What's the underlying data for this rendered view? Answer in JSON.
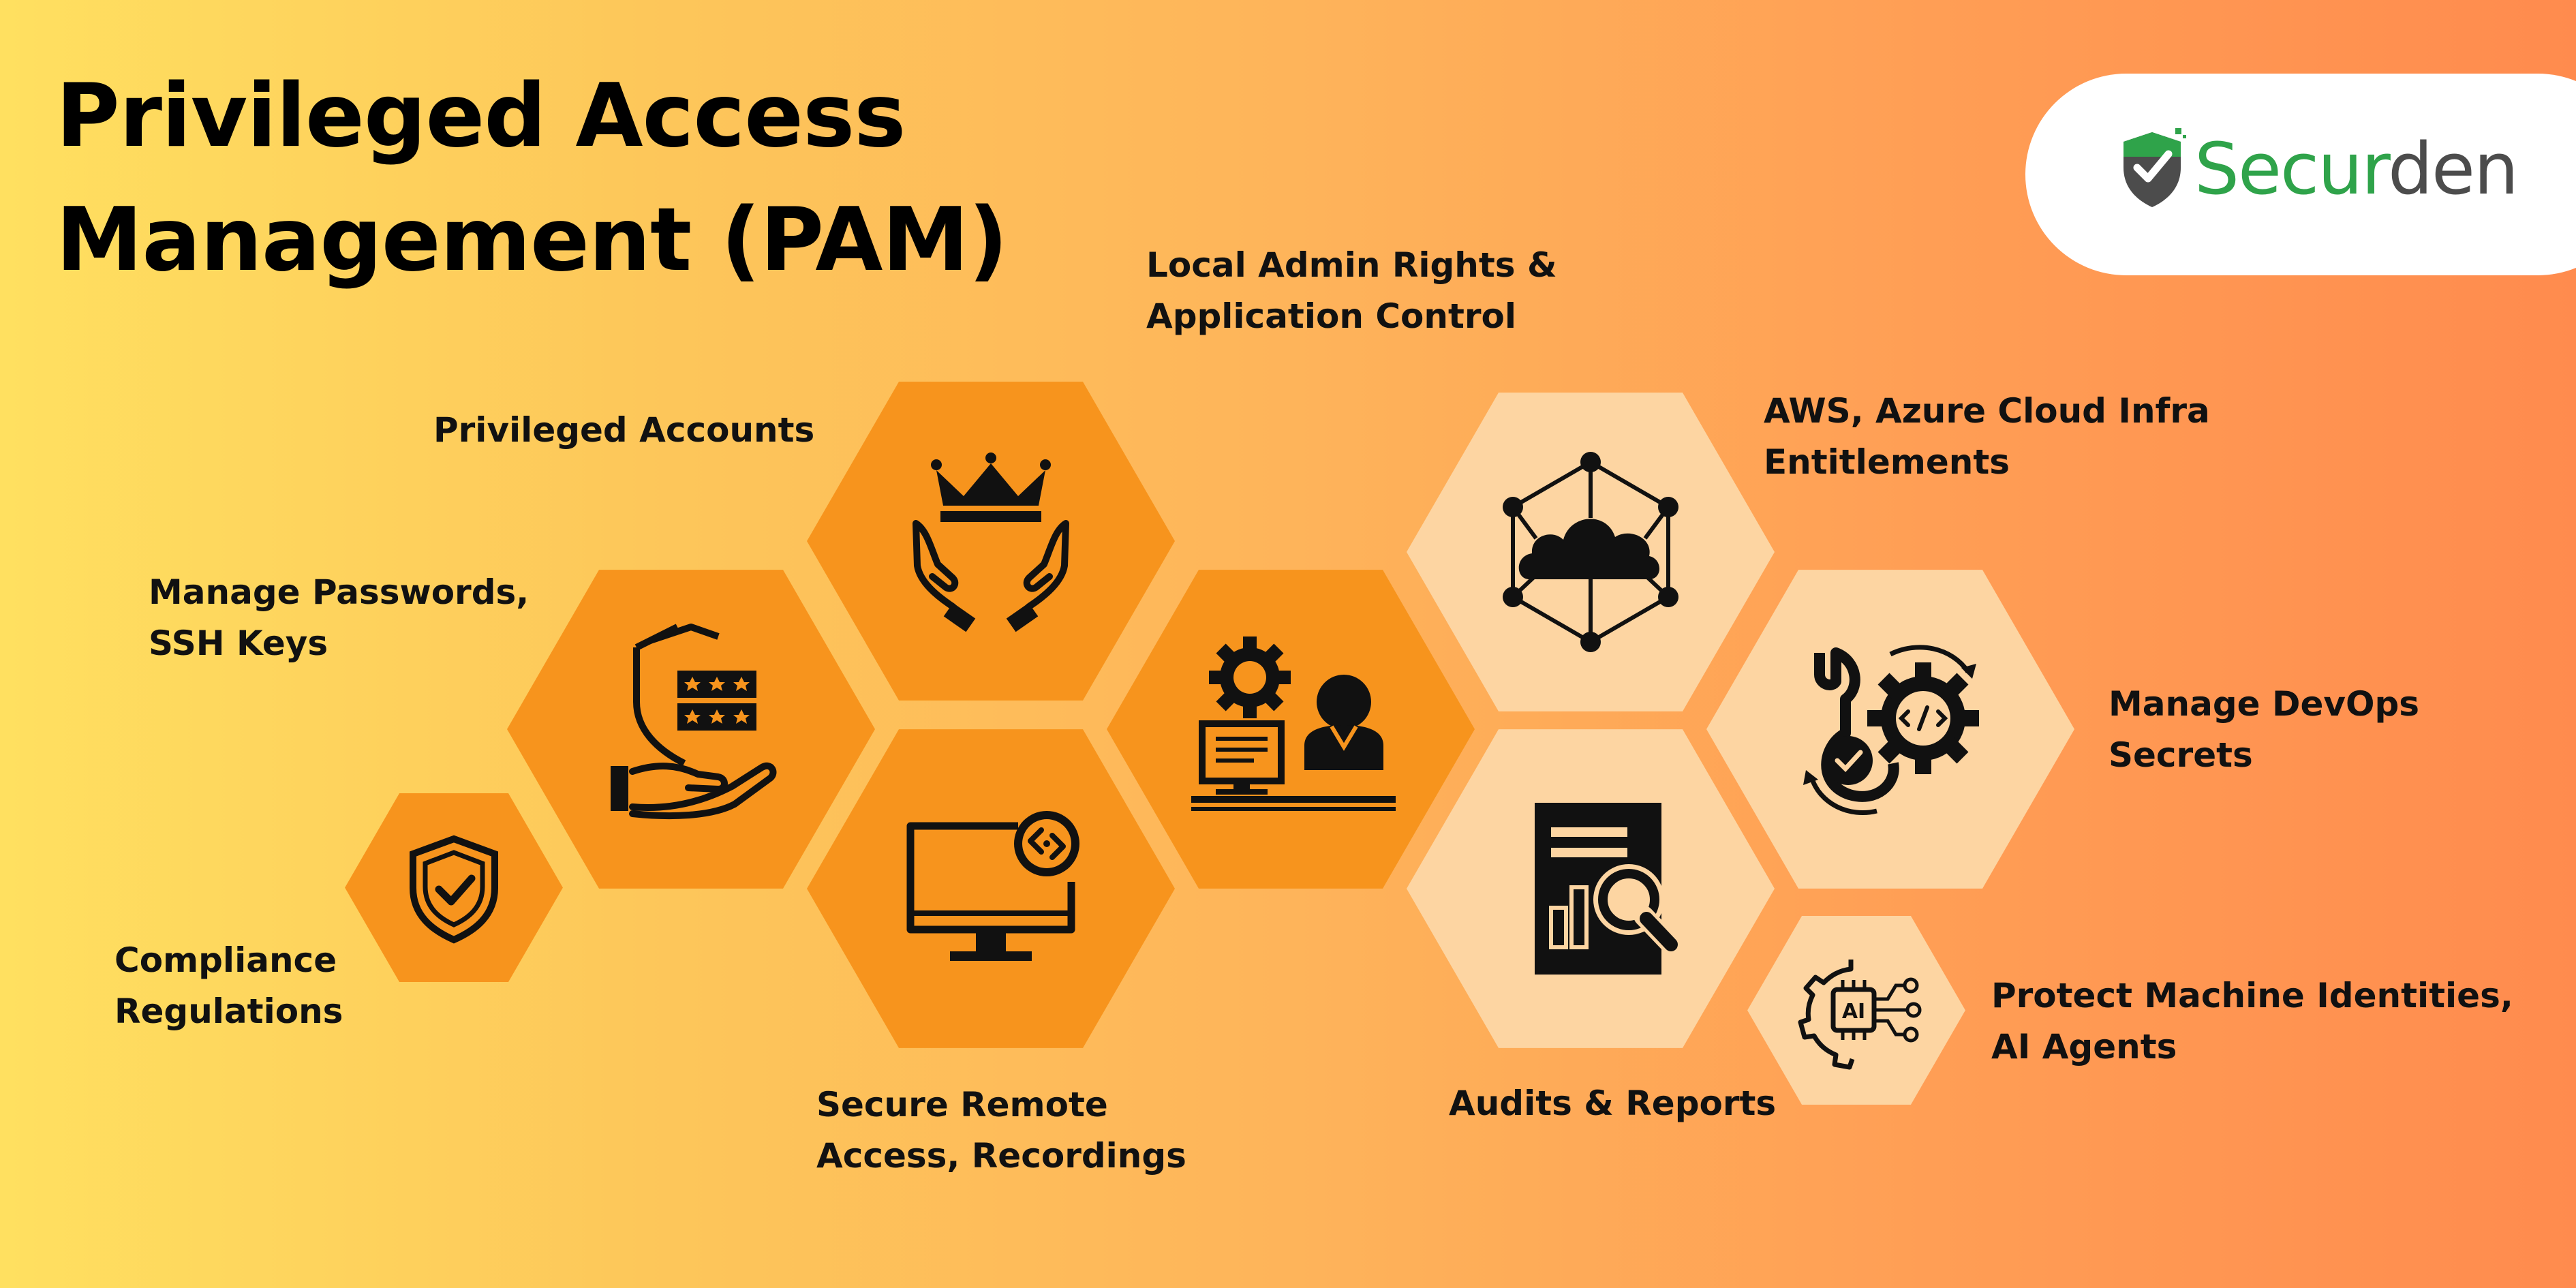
{
  "title": {
    "line1": "Privileged Access",
    "line2": "Management (PAM)"
  },
  "brand": {
    "name_part1": "Secur",
    "name_part2": "den",
    "color_primary": "#2fa34a",
    "color_secondary": "#4c4c4c",
    "icon": "shield-check-logo-icon"
  },
  "colors": {
    "hex_dark": "#f7941d",
    "hex_light": "#fdd5a2"
  },
  "labels": {
    "local_admin": {
      "line1": "Local Admin Rights &",
      "line2": "Application Control"
    },
    "privileged_accounts": {
      "line1": "Privileged Accounts"
    },
    "manage_passwords": {
      "line1": "Manage Passwords,",
      "line2": "SSH Keys"
    },
    "compliance": {
      "line1": "Compliance",
      "line2": "Regulations"
    },
    "secure_remote": {
      "line1": "Secure Remote",
      "line2": "Access, Recordings"
    },
    "cloud": {
      "line1": "AWS, Azure Cloud Infra",
      "line2": "Entitlements"
    },
    "devops": {
      "line1": "Manage DevOps",
      "line2": "Secrets"
    },
    "audits": {
      "line1": "Audits & Reports"
    },
    "machine": {
      "line1": "Protect Machine Identities,",
      "line2": "AI Agents"
    }
  },
  "icons": {
    "compliance": "shield-check-icon",
    "passwords": "password-shield-hand-icon",
    "accounts": "crown-hands-icon",
    "remote": "monitor-remote-icon",
    "local_admin": "admin-desk-gear-icon",
    "cloud": "cloud-network-icon",
    "devops": "devops-gear-icon",
    "audits": "report-magnifier-icon",
    "machine": "ai-chip-gear-icon"
  },
  "ai_chip_text": "AI"
}
